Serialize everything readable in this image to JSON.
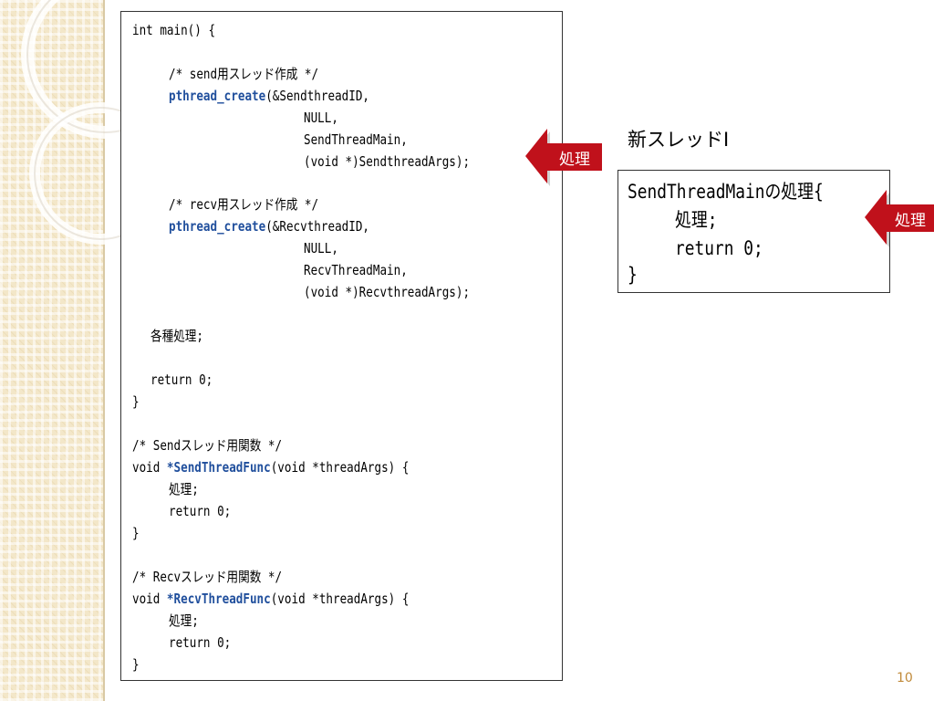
{
  "code": {
    "main_header": "int main() {",
    "send_comment": "/* send用スレッド作成 */",
    "send_fn": "pthread_create",
    "send_arg1": "(&SendthreadID,",
    "send_arg2": "NULL,",
    "send_arg3": "SendThreadMain,",
    "send_arg4": "(void *)SendthreadArgs);",
    "recv_comment": "/* recv用スレッド作成 */",
    "recv_fn": "pthread_create",
    "recv_arg1": "(&RecvthreadID,",
    "recv_arg2": "NULL,",
    "recv_arg3": "RecvThreadMain,",
    "recv_arg4": "(void *)RecvthreadArgs);",
    "various": "各種処理;",
    "return_main": "return 0;",
    "close_main": "}",
    "send_func_comment": "/* Sendスレッド用関数 */",
    "send_func_void": "void ",
    "send_func_name": "*SendThreadFunc",
    "send_func_params": "(void *threadArgs) {",
    "send_func_body": "処理;",
    "send_func_return": "return 0;",
    "send_func_close": "}",
    "recv_func_comment": "/* Recvスレッド用関数 */",
    "recv_func_void": "void ",
    "recv_func_name": "*RecvThreadFunc",
    "recv_func_params": "(void *threadArgs) {",
    "recv_func_body": "処理;",
    "recv_func_return": "return 0;",
    "recv_func_close": "}"
  },
  "new_thread_label": "新スレッドI",
  "right_box": {
    "line1": "SendThreadMainの処理{",
    "line2": "処理;",
    "line3": "return 0;",
    "line4": "}"
  },
  "callouts": {
    "main_arrow": "処理",
    "thread_arrow": "処理"
  },
  "colors": {
    "function_name": "#1f4e9c",
    "callout": "#c0111b",
    "page_number": "#c08a3a"
  },
  "page_number": "10"
}
